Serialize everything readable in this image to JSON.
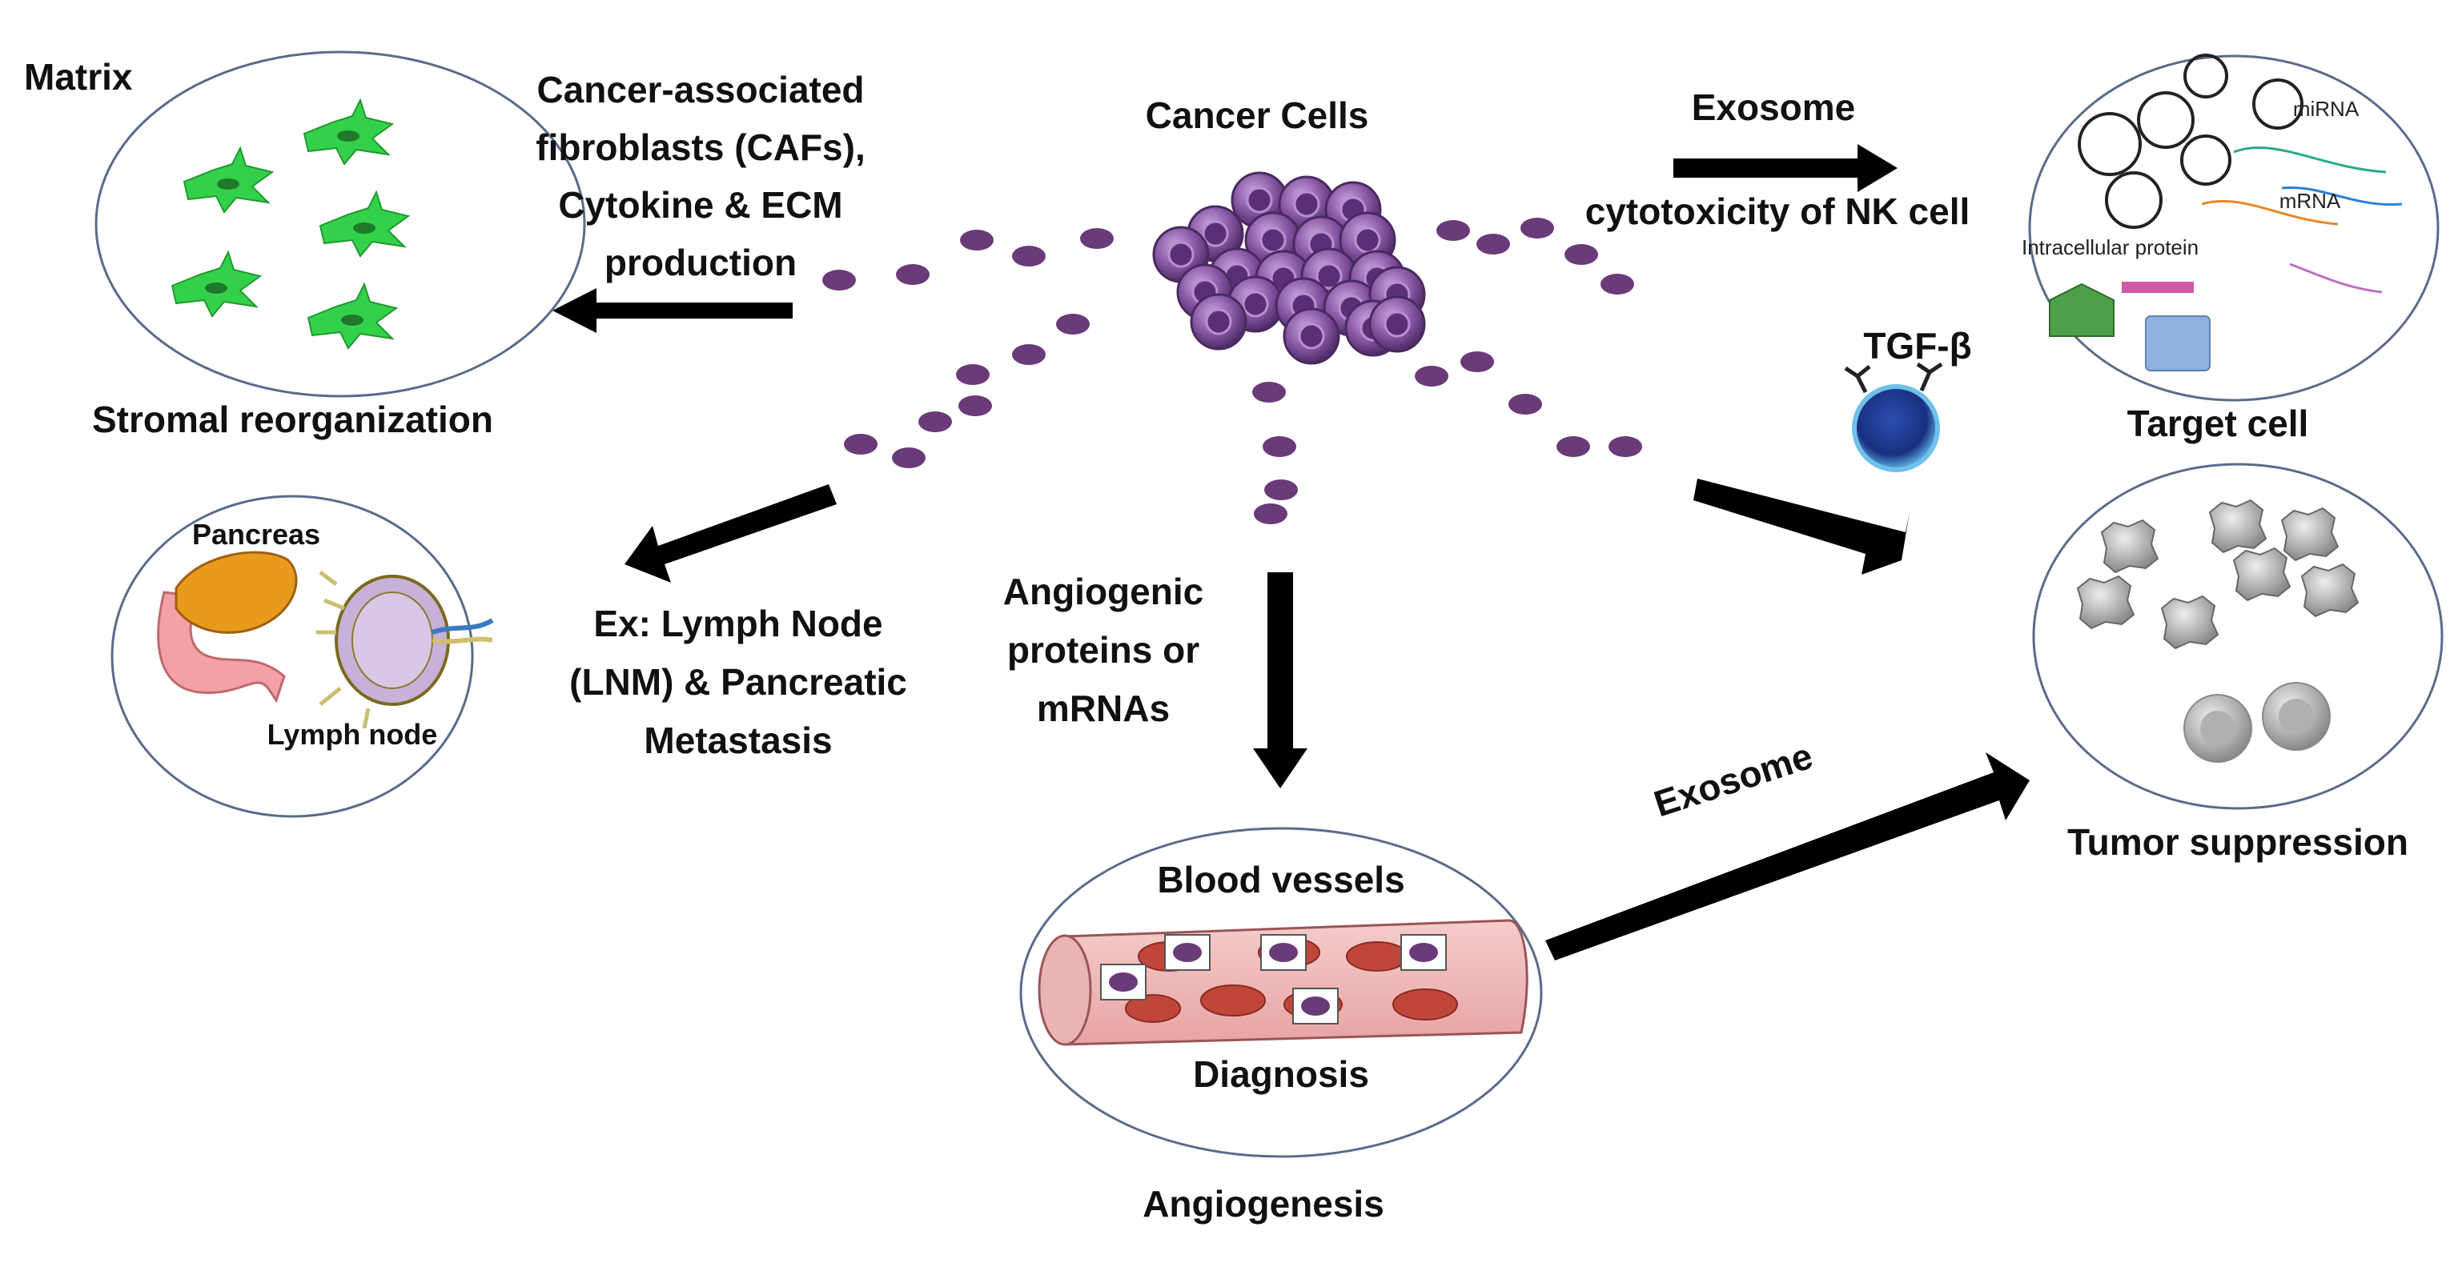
{
  "labels": {
    "matrix": "Matrix",
    "stromal": "Stromal reorganization",
    "cafs_line1": "Cancer-associated",
    "cafs_line2": "fibroblasts (CAFs),",
    "cafs_line3": "Cytokine & ECM",
    "cafs_line4": "production",
    "cancer_cells": "Cancer Cells",
    "exosome_top": "Exosome",
    "nk": "cytotoxicity of NK cell",
    "mirna": "miRNA",
    "mrna": "mRNA",
    "intracellular": "Intracellular protein",
    "target_cell": "Target cell",
    "tgf": "TGF-β",
    "pancreas": "Pancreas",
    "lymph_node": "Lymph node",
    "lnm_line1": "Ex: Lymph Node",
    "lnm_line2": "(LNM) & Pancreatic",
    "lnm_line3": "Metastasis",
    "angio_line1": "Angiogenic",
    "angio_line2": "proteins or",
    "angio_line3": "mRNAs",
    "tumor_suppression": "Tumor suppression",
    "exosome_bottom": "Exosome",
    "blood_vessels": "Blood vessels",
    "diagnosis": "Diagnosis",
    "angiogenesis": "Angiogenesis"
  },
  "colors": {
    "vesicle": "#6b3a78",
    "cancer_cell": "#7a4a9a",
    "fibroblast": "#2ecc40",
    "arrow": "#000000",
    "vessel": "#f0b8b8",
    "rbc": "#b03a2e",
    "nk_cell": "#1a3f99"
  }
}
